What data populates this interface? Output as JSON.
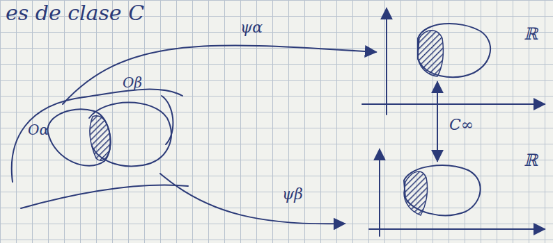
{
  "diagram": {
    "labels": [
      "es de clase C",
      "ψα",
      "ψβ",
      "Oα",
      "Oβ",
      "C∞",
      "ℝ",
      "ℝ"
    ]
  }
}
